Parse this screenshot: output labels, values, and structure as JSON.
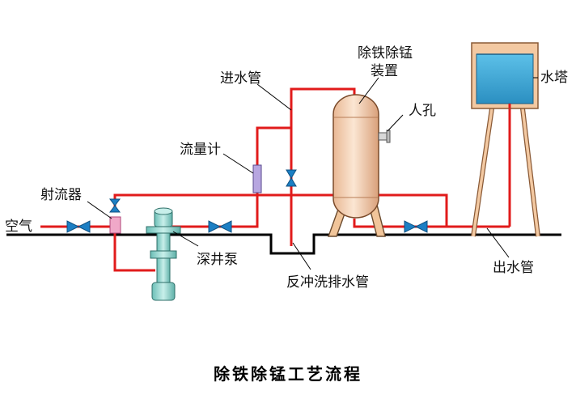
{
  "labels": {
    "air": "空气",
    "ejector": "射流器",
    "flowmeter": "流量计",
    "inlet_pipe": "进水管",
    "device_line1": "除铁除锰",
    "device_line2": "装置",
    "manhole": "人孔",
    "water_tower": "水塔",
    "deep_well_pump": "深井泵",
    "backwash_drain": "反冲洗排水管",
    "outlet_pipe": "出水管"
  },
  "caption": "除铁除锰工艺流程",
  "colors": {
    "pipe": "#e11b1b",
    "valve": "#1c7fc4",
    "vessel": "#f7d7bd",
    "water": "#3aa6d6",
    "tower_frame": "#f3c9a2",
    "pump": "#8fd3cc",
    "flowmeter": "#b7a6e0",
    "ground": "#000000"
  }
}
